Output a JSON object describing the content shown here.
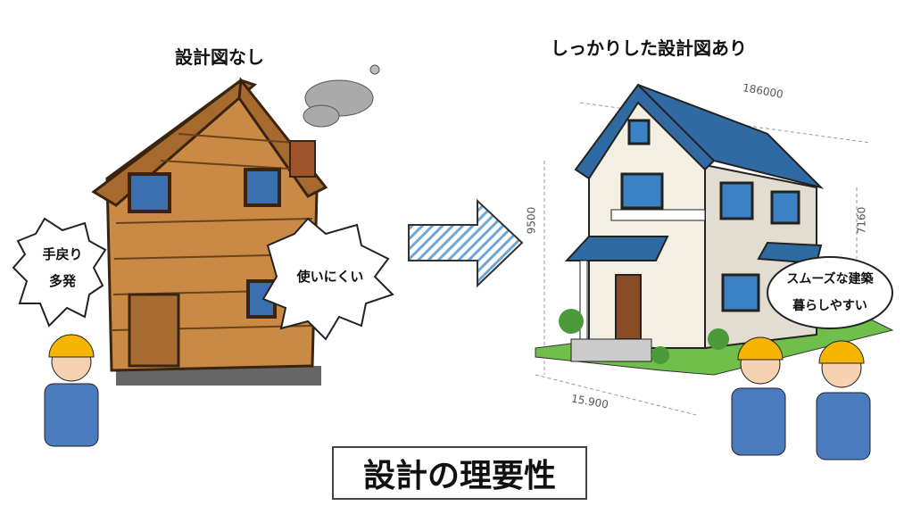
{
  "left": {
    "title": "設計図なし",
    "bubble_1": [
      "手戻り",
      "多発"
    ],
    "bubble_2": "使いにくい"
  },
  "right": {
    "title": "しっかりした設計図あり",
    "bubble": [
      "スムーズな建築",
      "暮らしやすい"
    ],
    "dimensions": {
      "top": "186000",
      "left_height": "9500",
      "right_height": "7160",
      "bottom": "15.900"
    }
  },
  "footer": {
    "title": "設計の理要性"
  },
  "colors": {
    "roof_blue": "#2f6aa3",
    "wood": "#c98a45",
    "suit": "#4a7bbf",
    "helmet": "#f5b400",
    "arrow": "#6fa6d6"
  }
}
